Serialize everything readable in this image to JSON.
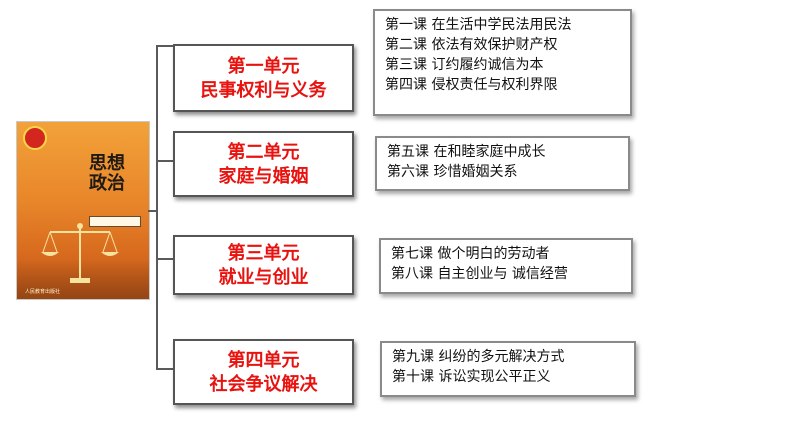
{
  "book": {
    "title": "思想政治",
    "publisher": "人民教育出版社"
  },
  "units": [
    {
      "unit": "第一单元",
      "name": "民事权利与义务",
      "lessons": [
        "第一课 在生活中学民法用民法",
        "第二课 依法有效保护财产权",
        "第三课 订约履约诚信为本",
        "第四课 侵权责任与权利界限"
      ]
    },
    {
      "unit": "第二单元",
      "name": "家庭与婚姻",
      "lessons": [
        "第五课 在和睦家庭中成长",
        "第六课 珍惜婚姻关系"
      ]
    },
    {
      "unit": "第三单元",
      "name": "就业与创业",
      "lessons": [
        "第七课 做个明白的劳动者",
        "第八课 自主创业与 诚信经营"
      ]
    },
    {
      "unit": "第四单元",
      "name": "社会争议解决",
      "lessons": [
        "第九课 纠纷的多元解决方式",
        "第十课 诉讼实现公平正义"
      ]
    }
  ],
  "colors": {
    "unit_text": "#e8120e",
    "border": "#555555"
  }
}
